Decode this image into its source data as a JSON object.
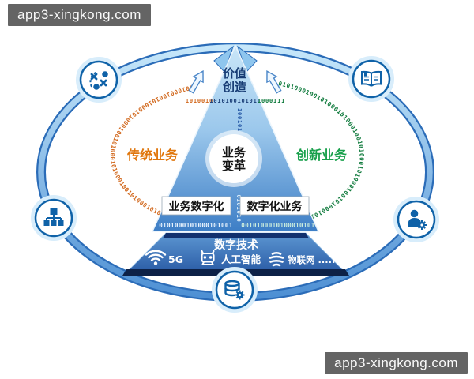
{
  "watermarks": {
    "top_left": "app3-xingkong.com",
    "bottom_right": "app3-xingkong.com"
  },
  "pyramid": {
    "apex_label": [
      "价值",
      "创造"
    ],
    "core_label": [
      "业务",
      "变革"
    ],
    "left_box_label": "业务数字化",
    "right_box_label": "数字化业务"
  },
  "base": {
    "title": "数字技术",
    "items": [
      {
        "icon": "wifi-icon",
        "label": "5G"
      },
      {
        "icon": "robot-icon",
        "label": "人工智能"
      },
      {
        "icon": "iot-sphere-icon",
        "label": "物联网 ......"
      }
    ]
  },
  "orbits": {
    "left_label": "传统业务",
    "right_label": "创新业务",
    "left_digits": "10100010010100010100010010100010100010010100010100010010",
    "right_digits": "01010001001010001010001001010001010001001010001010001001"
  },
  "binary_decor": {
    "horizontal_left": "1010010",
    "horizontal_mid": "1010100101011",
    "horizontal_right": "1000111",
    "vertical_top": "100101",
    "vertical_mid": "0101010",
    "under_left_box": "0101000101000101001",
    "under_right_box": "0010100010100010101"
  },
  "nodes": [
    {
      "icon": "strategy-icon"
    },
    {
      "icon": "book-icon"
    },
    {
      "icon": "org-chart-icon"
    },
    {
      "icon": "user-gear-icon"
    },
    {
      "icon": "database-gear-icon"
    }
  ],
  "colors": {
    "band_blue": "#9fcdf0",
    "deep_blue": "#2b6cb8",
    "pyramid_blue": "#3d7ec6",
    "orange": "#e0760c",
    "green": "#18a04b",
    "navy": "#17336b"
  }
}
